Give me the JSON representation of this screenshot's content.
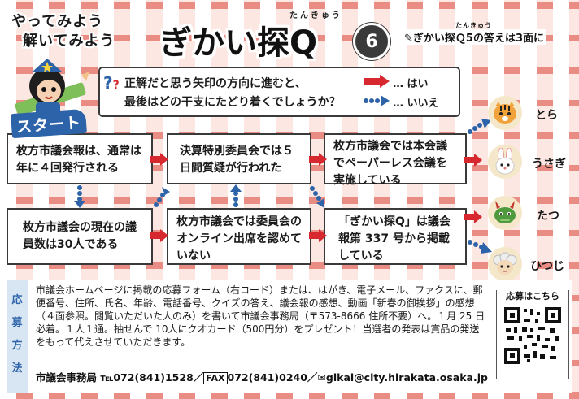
{
  "header": {
    "tagline_1": "やってみよう",
    "tagline_2": "解いてみよう",
    "title": "ぎかい探Q",
    "title_ruby": "たんきゅう",
    "issue_number": "6",
    "answer_note": "ぎかい探Ｑ5の答えは3面に",
    "answer_note_ruby": "たんきゅう"
  },
  "question": {
    "line_1": "正解だと思う矢印の方向に進むと、",
    "line_2": "最後はどの干支にたどり着くでしょうか？",
    "legend_yes": "… はい",
    "legend_no": "… いいえ"
  },
  "start_label": "スタート",
  "statements": {
    "s1": "枚方市議会報は、通常は年に４回発行される",
    "s2": "決算特別委員会では５日間質疑が行われた",
    "s3": "枚方市議会では本会議でペーパーレス会議を実施している",
    "s4": "枚方市議会の現在の議員数は30人である",
    "s5": "枚方市議会では委員会のオンライン出席を認めていない",
    "s6": "「ぎかい探Q」は議会報第 337 号から掲載している"
  },
  "answers": [
    {
      "label": "とら",
      "icon": "tiger-icon"
    },
    {
      "label": "うさぎ",
      "icon": "rabbit-icon"
    },
    {
      "label": "たつ",
      "icon": "dragon-icon"
    },
    {
      "label": "ひつじ",
      "icon": "sheep-icon"
    }
  ],
  "entry": {
    "method_label": "応募方法",
    "body": "市議会ホームページに掲載の応募フォーム（右コード）または、はがき、電子メール、ファクスに、郵便番号、住所、氏名、年齢、電話番号、クイズの答え、議会報の感想、動画「新春の御挨拶」の感想（４面参照。閲覧いただいた人のみ）を書いて市議会事務局（〒573-8666 住所不要）へ。１月 25 日必着。１人１通。抽せんで 10人にクオカード（500円分）をプレゼント！当選者の発表は賞品の発送をもって代えさせていただきます。",
    "contact": "市議会事務局 ℡072(841)1528／",
    "fax_label": "FAX",
    "fax": "072(841)0240／",
    "email": "gikai@city.hirakata.osaka.jp",
    "qr_title": "応募はこちら"
  },
  "colors": {
    "yes_arrow": "#d7282f",
    "no_arrow": "#2d63a8",
    "accent_blue": "#2d63a8"
  }
}
